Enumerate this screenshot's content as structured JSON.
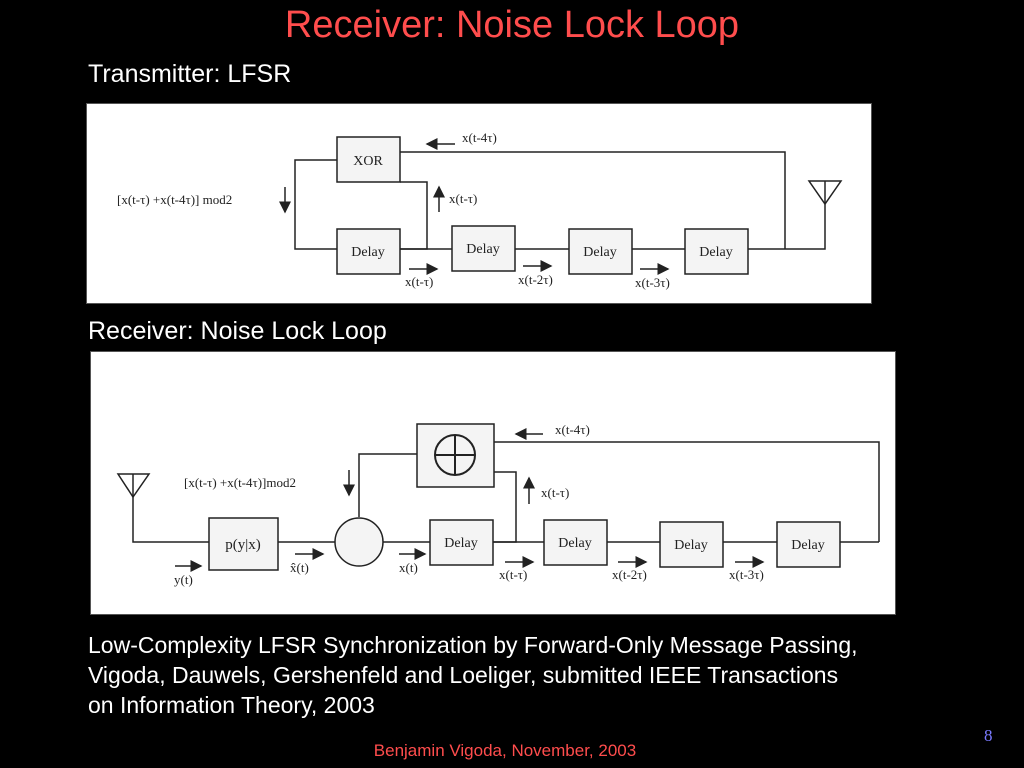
{
  "slide": {
    "title": "Receiver: Noise Lock Loop",
    "transmitter_heading": "Transmitter: LFSR",
    "receiver_heading": "Receiver: Noise Lock Loop",
    "caption_lines": [
      "Low-Complexity LFSR Synchronization by Forward-Only Message Passing,",
      "Vigoda, Dauwels, Gershenfeld and Loeliger, submitted IEEE Transactions",
      "on Information Theory, 2003"
    ],
    "footer": "Benjamin Vigoda, November, 2003",
    "page_number": "8",
    "colors": {
      "title": "#ff4d4d",
      "page_number": "#7a7aff",
      "background": "#000000"
    }
  },
  "transmitter": {
    "xor_label": "XOR",
    "delay_label": "Delay",
    "feedback_expr": "[x(t-τ) +x(t-4τ)] mod2",
    "label_x_t4": "x(t-4τ)",
    "label_x_t1_up": "x(t-τ)",
    "label_x_t1": "x(t-τ)",
    "label_x_t2": "x(t-2τ)",
    "label_x_t3": "x(t-3τ)",
    "antenna_icon": "antenna-icon"
  },
  "receiver": {
    "likelihood_label": "p(y|x)",
    "delay_label": "Delay",
    "feedback_expr": "[x(t-τ) +x(t-4τ)]mod2",
    "label_x_t4": "x(t-4τ)",
    "label_x_t1_up": "x(t-τ)",
    "label_y": "y(t)",
    "label_xhat": "x̂(t)",
    "label_x": "x(t)",
    "label_x_t1": "x(t-τ)",
    "label_x_t2": "x(t-2τ)",
    "label_x_t3": "x(t-3τ)",
    "xor_symbol_icon": "circled-plus-icon",
    "combiner_icon": "circle-node-icon",
    "antenna_icon": "antenna-icon"
  }
}
